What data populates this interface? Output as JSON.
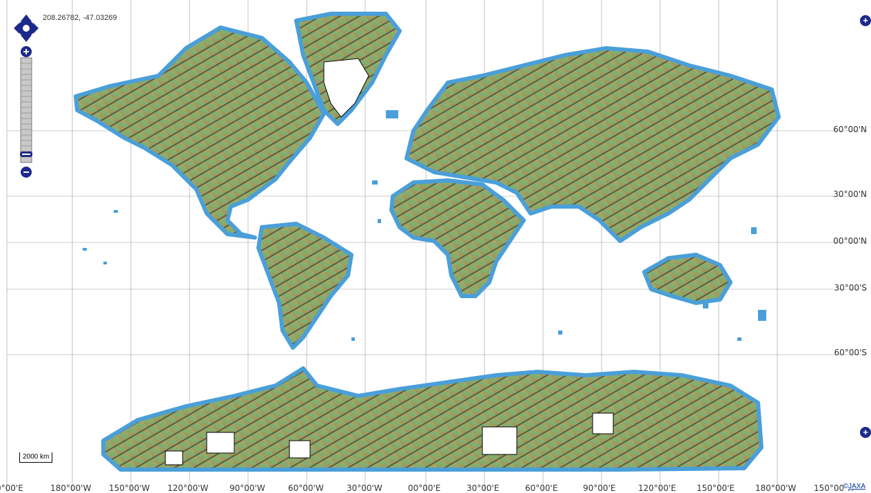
{
  "map": {
    "coordinates": "208.26782, -47.03269",
    "scale_label": "2000 km",
    "attribution_symbol": "©",
    "attribution_link": "JAXA",
    "lat_labels": [
      "60°00'N",
      "30°00'N",
      "00°00'N",
      "30°00'S",
      "60°00'S"
    ],
    "lon_labels": [
      "0°00'E",
      "180°00'W",
      "150°00'W",
      "120°00'W",
      "90°00'W",
      "60°00'W",
      "30°00'W",
      "00°00'E",
      "30°00'E",
      "60°00'E",
      "90°00'E",
      "120°00'E",
      "150°00'E",
      "180°00'W",
      "150°00'W"
    ],
    "colors": {
      "ocean": "#ffffff",
      "coast": "#4a9fd8",
      "lowland": "#6bae6a",
      "highland": "#c49a5b",
      "mountain": "#7a5a3a",
      "ice": "#ffffff",
      "nodata": "#000000",
      "grid": "#999999",
      "control": "#1b2a8a"
    },
    "icons": {
      "pan": "pan-arrows-icon",
      "zoom_in": "plus-icon",
      "zoom_out": "minus-icon",
      "layer_switcher": "plus-circle-icon"
    }
  }
}
